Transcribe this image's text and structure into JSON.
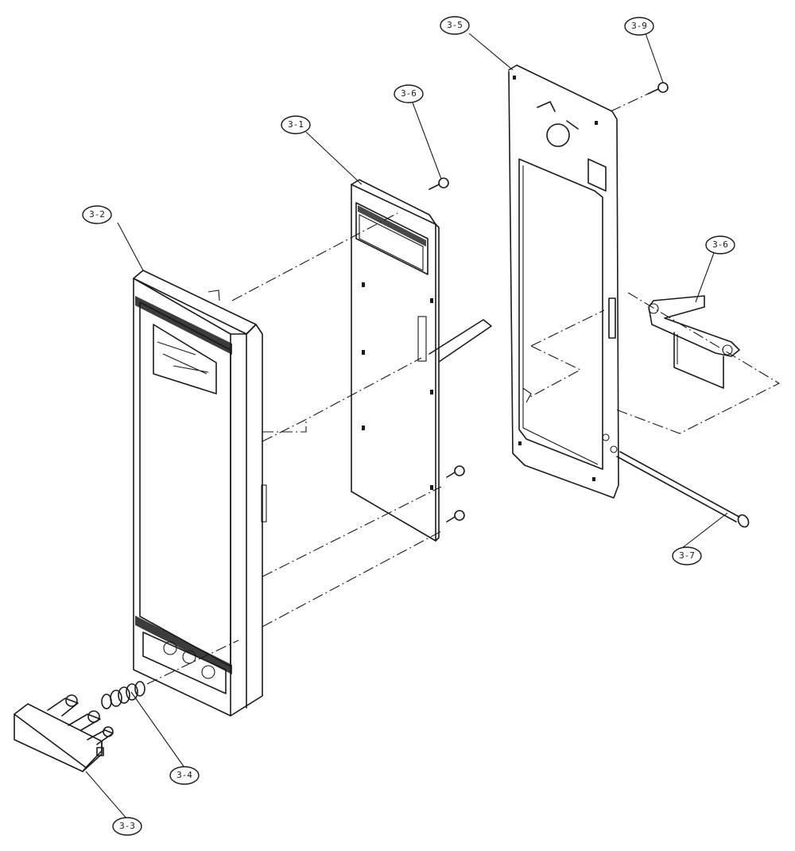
{
  "callouts": [
    {
      "id": "3-1",
      "label": "3-1"
    },
    {
      "id": "3-2",
      "label": "3-2"
    },
    {
      "id": "3-3",
      "label": "3-3"
    },
    {
      "id": "3-4",
      "label": "3-4"
    },
    {
      "id": "3-5",
      "label": "3-5"
    },
    {
      "id": "3-6a",
      "label": "3-6"
    },
    {
      "id": "3-6b",
      "label": "3-6"
    },
    {
      "id": "3-7",
      "label": "3-7"
    },
    {
      "id": "3-9",
      "label": "3-9"
    }
  ]
}
